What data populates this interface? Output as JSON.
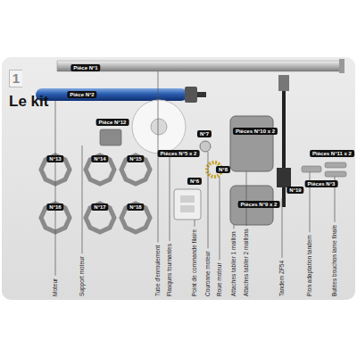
{
  "diagram": {
    "title": "Le kit",
    "labels": [
      "1",
      "Pièce N°1",
      "Pièce N°2",
      "Pièce N°12",
      "N°13",
      "N°14",
      "N°15",
      "N°16",
      "N°17",
      "N°18",
      "Pièces N°5 x 2",
      "N°6",
      "N°7",
      "N°8",
      "Pièces N°10 x 2",
      "Pièces N°9 x 2",
      "N°19",
      "Pièces N°3",
      "Pièces N°11 x 2",
      "Moteur",
      "Support moteur",
      "Tube d'enroulement",
      "Flasques tournantes",
      "Point de commande filaire",
      "Couronne moteur",
      "Roue moteur",
      "Attaches tablier 1 maillon",
      "Attaches tablier 2 maillons",
      "Tandem ZF54",
      "Pion adaptation tandem",
      "Butées bouchon lame finale"
    ]
  }
}
